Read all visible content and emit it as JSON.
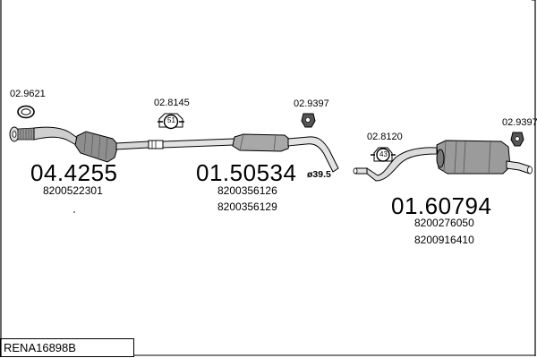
{
  "diagram_ref": "RENA16898B",
  "parts": [
    {
      "code": "04.4255",
      "oem": [
        "8200522301"
      ]
    },
    {
      "code": "01.50534",
      "oem": [
        "8200356126",
        "8200356129"
      ]
    },
    {
      "code": "01.60794",
      "oem": [
        "8200276050",
        "8200916410"
      ]
    }
  ],
  "accessories": [
    {
      "code": "02.9621"
    },
    {
      "code": "02.8145",
      "clamp_size": "51"
    },
    {
      "code": "02.9397"
    },
    {
      "code": "02.8120",
      "clamp_size": "43"
    },
    {
      "code": "02.9397"
    }
  ],
  "pipe_diameter": "ø39.5",
  "colors": {
    "line": "#000000",
    "part_fill": "#bdbdbd",
    "dark_fill": "#6d6d6d"
  }
}
